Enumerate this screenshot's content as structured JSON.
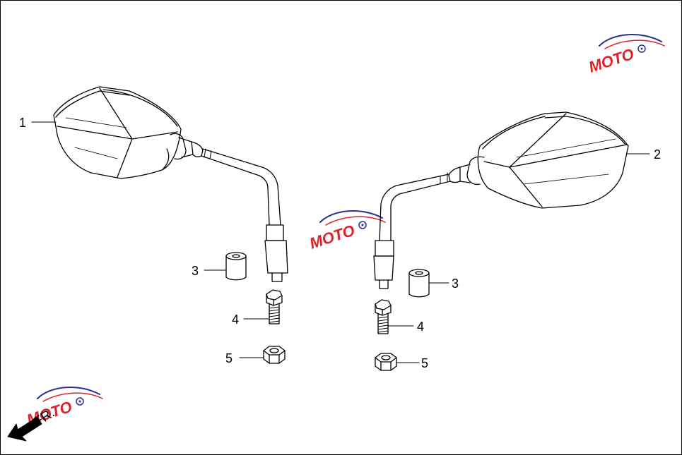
{
  "diagram": {
    "callouts": {
      "c1": "1",
      "c2": "2",
      "c3_left": "3",
      "c3_right": "3",
      "c4_left": "4",
      "c4_right": "4",
      "c5_left": "5",
      "c5_right": "5"
    },
    "direction_label": "FR.",
    "watermark_text": "MOTO",
    "colors": {
      "line": "#000000",
      "watermark_blue": "#2a2f8f",
      "watermark_red": "#e0202a"
    }
  }
}
